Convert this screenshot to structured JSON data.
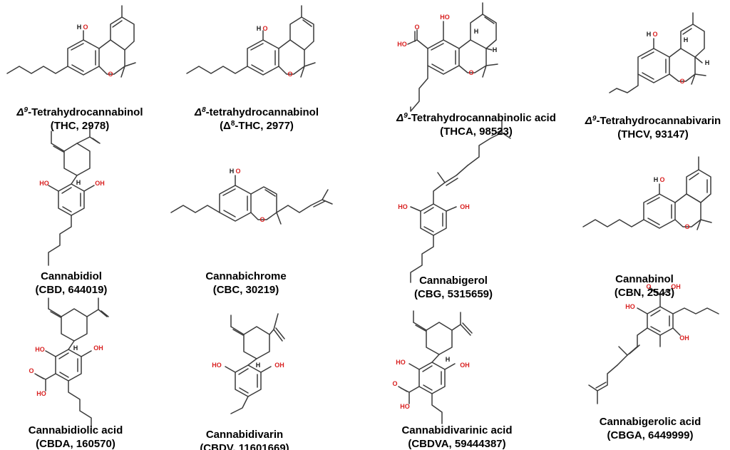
{
  "compounds": [
    {
      "id": "thc",
      "name_prefix": "Δ",
      "name_sup": "9",
      "name_rest": "-Tetrahydrocannabinol",
      "sub_prefix": "",
      "sub_sup": "",
      "sub_rest": "(THC, 2978)"
    },
    {
      "id": "d8thc",
      "name_prefix": "Δ",
      "name_sup": "8",
      "name_rest": "-tetrahydrocannabinol",
      "sub_prefix": "(Δ",
      "sub_sup": "8",
      "sub_rest": "-THC, 2977)"
    },
    {
      "id": "thca",
      "name_prefix": "Δ",
      "name_sup": "9",
      "name_rest": "-Tetrahydrocannabinolic acid",
      "sub_prefix": "",
      "sub_sup": "",
      "sub_rest": "(THCA, 98523)"
    },
    {
      "id": "thcv",
      "name_prefix": "Δ",
      "name_sup": "9",
      "name_rest": "-Tetrahydrocannabivarin",
      "sub_prefix": "",
      "sub_sup": "",
      "sub_rest": "(THCV, 93147)"
    },
    {
      "id": "cbd",
      "name_prefix": "",
      "name_sup": "",
      "name_rest": "Cannabidiol",
      "sub_prefix": "",
      "sub_sup": "",
      "sub_rest": "(CBD, 644019)"
    },
    {
      "id": "cbc",
      "name_prefix": "",
      "name_sup": "",
      "name_rest": "Cannabichrome",
      "sub_prefix": "",
      "sub_sup": "",
      "sub_rest": "(CBC, 30219)"
    },
    {
      "id": "cbg",
      "name_prefix": "",
      "name_sup": "",
      "name_rest": "Cannabigerol",
      "sub_prefix": "",
      "sub_sup": "",
      "sub_rest": "(CBG, 5315659)"
    },
    {
      "id": "cbn",
      "name_prefix": "",
      "name_sup": "",
      "name_rest": "Cannabinol",
      "sub_prefix": "",
      "sub_sup": "",
      "sub_rest": "(CBN, 2543)"
    },
    {
      "id": "cbda",
      "name_prefix": "",
      "name_sup": "",
      "name_rest": "Cannabidiolic acid",
      "sub_prefix": "",
      "sub_sup": "",
      "sub_rest": "(CBDA, 160570)"
    },
    {
      "id": "cbdv",
      "name_prefix": "",
      "name_sup": "",
      "name_rest": "Cannabidivarin",
      "sub_prefix": "",
      "sub_sup": "",
      "sub_rest": "(CBDV, 11601669)"
    },
    {
      "id": "cbdva",
      "name_prefix": "",
      "name_sup": "",
      "name_rest": "Cannabidivarinic acid",
      "sub_prefix": "",
      "sub_sup": "",
      "sub_rest": "(CBDVA, 59444387)"
    },
    {
      "id": "cbga",
      "name_prefix": "",
      "name_sup": "",
      "name_rest": "Cannabigerolic acid",
      "sub_prefix": "",
      "sub_sup": "",
      "sub_rest": "(CBGA, 6449999)"
    }
  ],
  "atoms": {
    "oxygen": "O",
    "hydroxyl": "OH",
    "hydroxyl_rev": "HO",
    "hydrogen": "H"
  },
  "colors": {
    "oxygen": "#d81f1f",
    "bond": "#3a3a3a",
    "text": "#000000"
  }
}
